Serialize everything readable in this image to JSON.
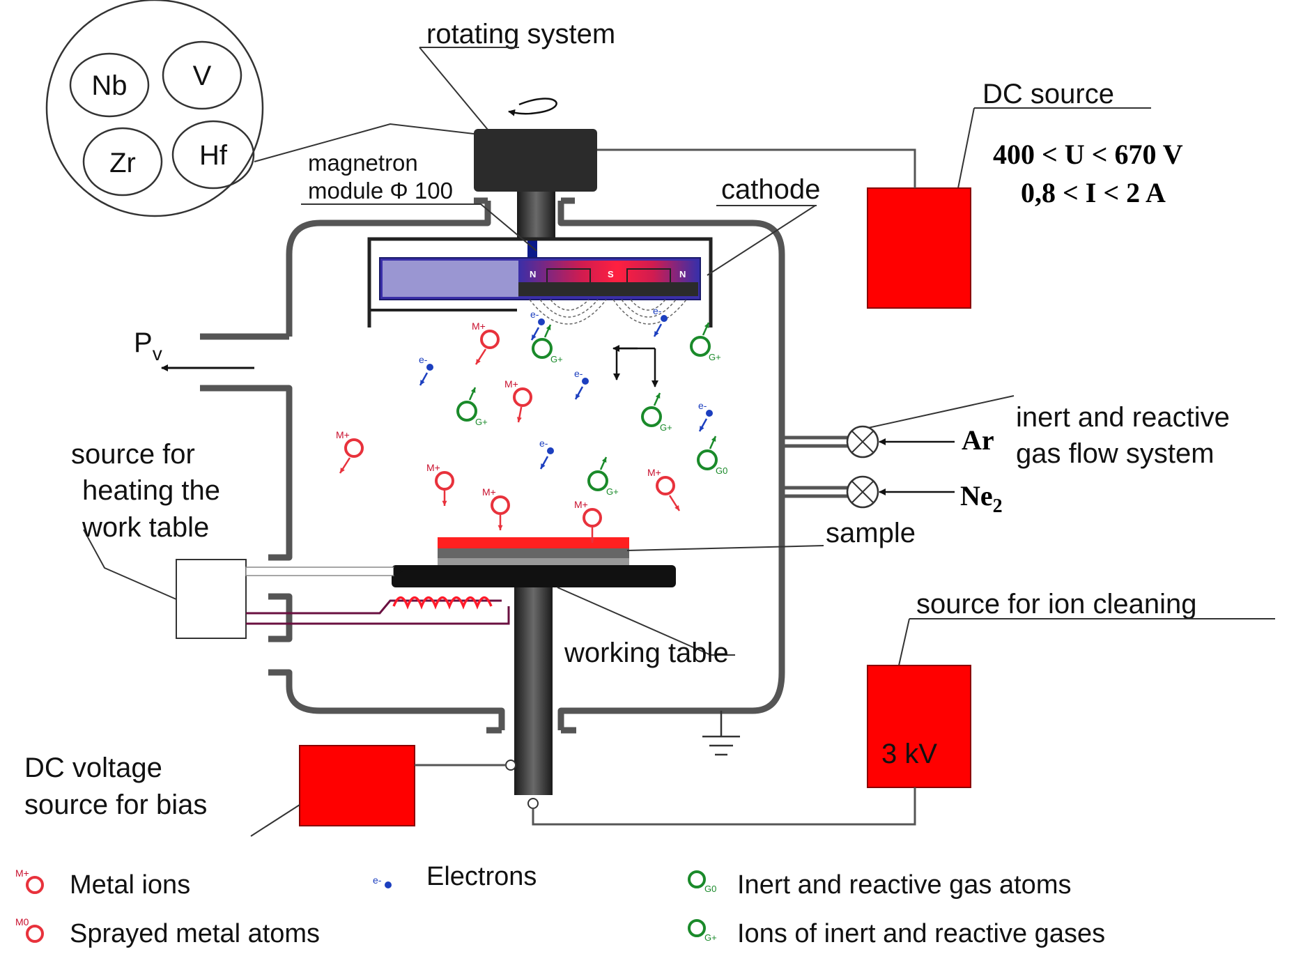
{
  "targets": {
    "nb": "Nb",
    "v": "V",
    "zr": "Zr",
    "hf": "Hf"
  },
  "labels": {
    "rotating_system": "rotating system",
    "dc_source": "DC source",
    "dc_voltage": "400 < U < 670 V",
    "dc_current": "0,8 < I < 2 A",
    "magnetron_line1": "magnetron",
    "magnetron_line2": "module Φ 100",
    "cathode": "cathode",
    "pv_main": "P",
    "pv_sub": "v",
    "heating_line1": "source for",
    "heating_line2": "heating the",
    "heating_line3": "work table",
    "gas_line1": "inert and reactive",
    "gas_line2": "gas flow system",
    "ar": "Ar",
    "ne_main": "Ne",
    "ne_sub": "2",
    "sample": "sample",
    "working_table": "working table",
    "ion_cleaning": "source for ion cleaning",
    "ion_cleaning_voltage": "3 kV",
    "bias_line1": "DC voltage",
    "bias_line2": "source for bias",
    "magnet_n_left": "N",
    "magnet_s": "S",
    "magnet_n_right": "N",
    "electron_e_label": "e"
  },
  "legend": {
    "metal_ions": "Metal ions",
    "sprayed_atoms": "Sprayed metal atoms",
    "electrons": "Electrons",
    "gas_atoms": "Inert and reactive gas atoms",
    "gas_ions": "Ions of inert and reactive gases"
  },
  "particle_symbols": {
    "metal_ion": "M+",
    "metal_atom": "M0",
    "electron": "e-",
    "gas_atom": "G0",
    "gas_ion": "G+"
  },
  "colors": {
    "power_red": "#ff0000",
    "metal_red": "#e8323c",
    "electron_blue": "#1c3fbf",
    "gas_green": "#1a8a2a",
    "magnet_blue": "#3a2fa8",
    "target_light": "#9a96d2",
    "chamber_gray": "#555555"
  }
}
